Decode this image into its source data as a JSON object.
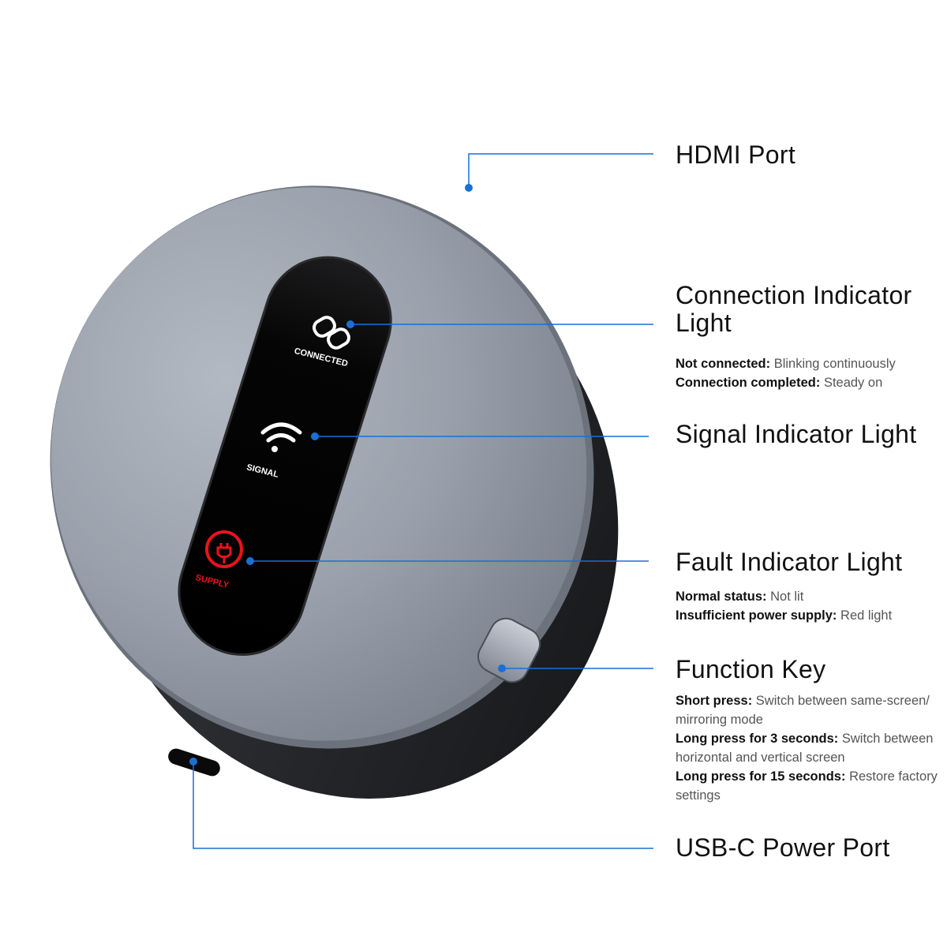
{
  "callouts": [
    {
      "id": "hdmi",
      "title": "HDMI Port",
      "lines": []
    },
    {
      "id": "connection",
      "title": "Connection Indicator Light",
      "lines": [
        {
          "key": "Not connected:",
          "value": "Blinking continuously"
        },
        {
          "key": "Connection completed:",
          "value": "Steady on"
        }
      ]
    },
    {
      "id": "signal",
      "title": "Signal Indicator Light",
      "lines": []
    },
    {
      "id": "fault",
      "title": "Fault Indicator Light",
      "lines": [
        {
          "key": "Normal status:",
          "value": "Not lit"
        },
        {
          "key": "Insufficient power supply:",
          "value": "Red light"
        }
      ]
    },
    {
      "id": "function",
      "title": "Function Key",
      "lines": [
        {
          "key": "Short press:",
          "value": "Switch between same-screen/ mirroring mode"
        },
        {
          "key": "Long press for 3 seconds:",
          "value": "Switch between horizontal and vertical screen"
        },
        {
          "key": "Long press for 15 seconds:",
          "value": "Restore factory settings"
        }
      ]
    },
    {
      "id": "usbc",
      "title": "USB-C Power Port",
      "lines": []
    }
  ],
  "device": {
    "icons": {
      "connected": {
        "icon": "chain-link-icon",
        "label": "CONNECTED",
        "color": "#ffffff"
      },
      "signal": {
        "icon": "wifi-icon",
        "label": "SIGNAL",
        "color": "#ffffff"
      },
      "supply": {
        "icon": "power-plug-icon",
        "label": "SUPPLY",
        "color": "#e8141b"
      }
    }
  },
  "colors": {
    "leader": "#1a6fd6",
    "body_top": "#9aa2ae",
    "body_side": "#2a2c30",
    "panel": "#050505",
    "fault": "#e8141b"
  }
}
